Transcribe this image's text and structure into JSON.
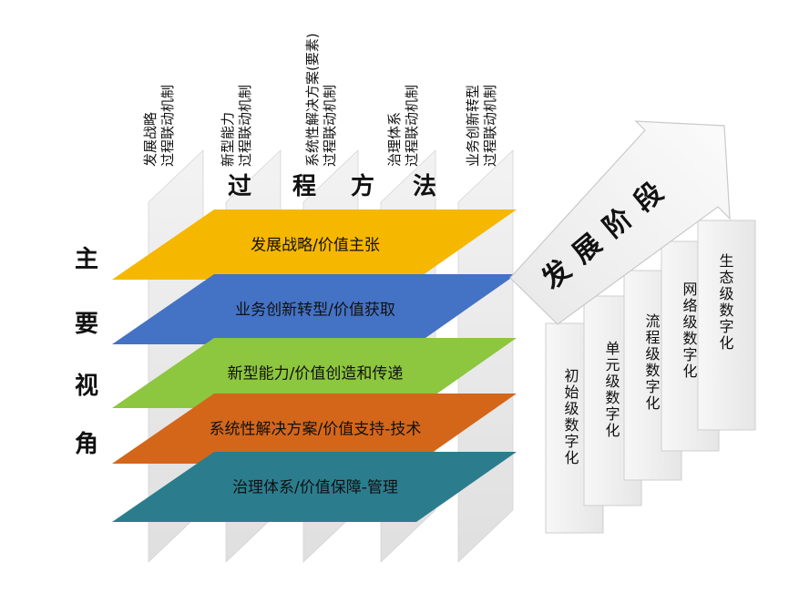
{
  "process_columns": [
    {
      "line1": "发展战略",
      "line2": "过程联动机制"
    },
    {
      "line1": "新型能力",
      "line2": "过程联动机制"
    },
    {
      "line1": "系统性解决方案(要素)",
      "line2": "过程联动机制"
    },
    {
      "line1": "治理体系",
      "line2": "过程联动机制"
    },
    {
      "line1": "业务创新转型",
      "line2": "过程联动机制"
    }
  ],
  "process_title": [
    "过",
    "程",
    "方",
    "法"
  ],
  "main_view_title": [
    "主",
    "要",
    "视",
    "角"
  ],
  "layers": [
    {
      "label": "发展战略/价值主张",
      "color": "#f5b700"
    },
    {
      "label": "业务创新转型/价值获取",
      "color": "#4472c4"
    },
    {
      "label": "新型能力/价值创造和传递",
      "color": "#8dc63f"
    },
    {
      "label": "系统性解决方案/价值支持-技术",
      "color": "#d4661a"
    },
    {
      "label": "治理体系/价值保障-管理",
      "color": "#2b7d8e"
    }
  ],
  "stage_arrow_label": "发展阶段",
  "stages": [
    "初始级数字化",
    "单元级数字化",
    "流程级数字化",
    "网络级数字化",
    "生态级数字化"
  ]
}
